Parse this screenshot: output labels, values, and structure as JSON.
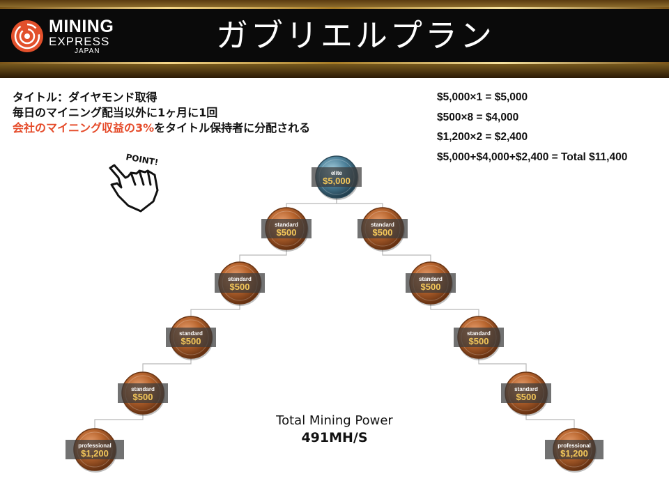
{
  "header": {
    "logo": {
      "line1": "MINING",
      "line2": "EXPRESS",
      "line3": "JAPAN"
    },
    "title": "ガブリエルプラン"
  },
  "info": {
    "line1": "タイトル：ダイヤモンド取得",
    "line2": "毎日のマイニング配当以外に1ヶ月に1回",
    "line3_red": "会社のマイニング収益の3%",
    "line3_rest": "をタイトル保持者に分配される"
  },
  "formulas": [
    "$5,000×1 = $5,000",
    "$500×8 = $4,000",
    "$1,200×2 = $2,400",
    "$5,000+$4,000+$2,400 = Total $11,400"
  ],
  "point_icon": {
    "label": "POINT!",
    "icon": "pointing-hand-icon"
  },
  "colors": {
    "gold": "#c9a64f",
    "red": "#e54b2a",
    "bronze": "#b8652e",
    "elite_blue": "#4b7f98"
  },
  "nodes": [
    {
      "tier": "elite",
      "price": "$5,000"
    },
    {
      "tier": "standard",
      "price": "$500"
    },
    {
      "tier": "standard",
      "price": "$500"
    },
    {
      "tier": "standard",
      "price": "$500"
    },
    {
      "tier": "standard",
      "price": "$500"
    },
    {
      "tier": "standard",
      "price": "$500"
    },
    {
      "tier": "standard",
      "price": "$500"
    },
    {
      "tier": "standard",
      "price": "$500"
    },
    {
      "tier": "standard",
      "price": "$500"
    },
    {
      "tier": "professional",
      "price": "$1,200"
    },
    {
      "tier": "professional",
      "price": "$1,200"
    }
  ],
  "total": {
    "label": "Total Mining Power",
    "value": "491MH/S"
  }
}
